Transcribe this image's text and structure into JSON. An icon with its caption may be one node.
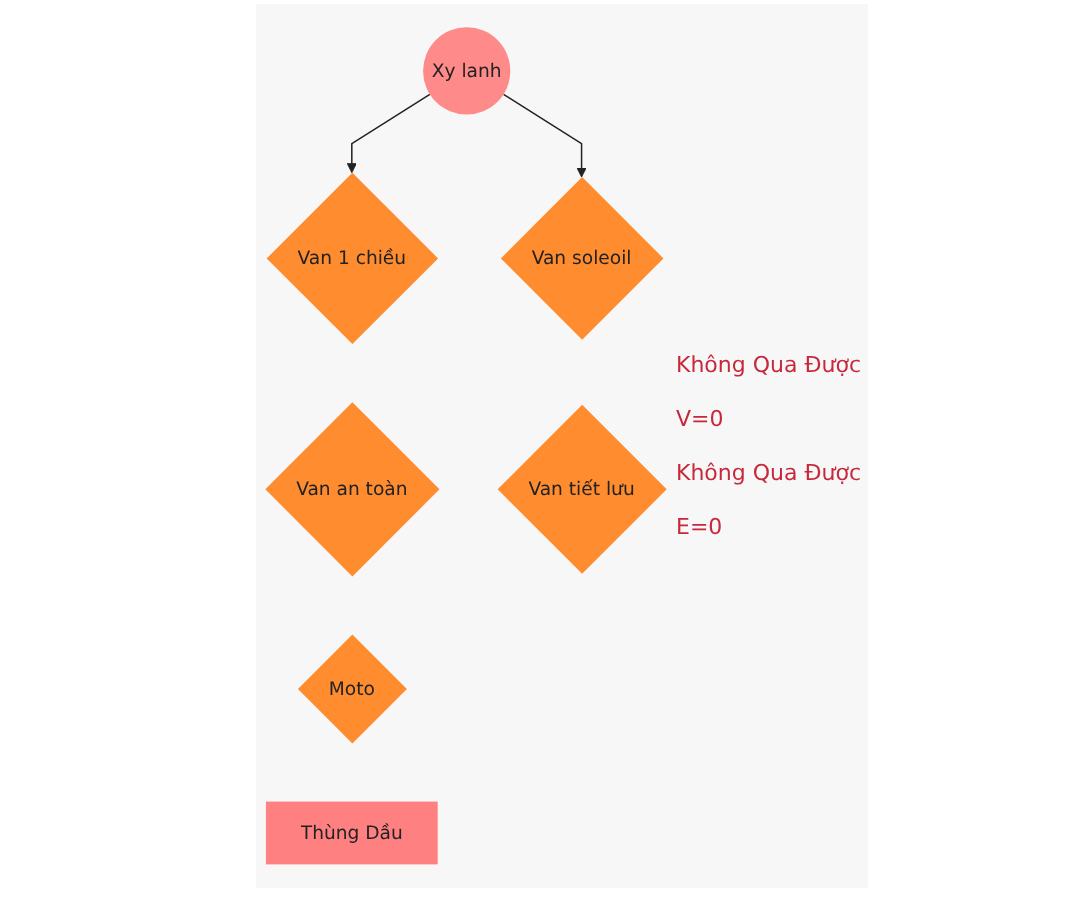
{
  "diagram": {
    "nodes": [
      {
        "text": [
          "Xy lanh"
        ]
      },
      {
        "text": [
          "Van 1 chiều"
        ]
      },
      {
        "text": [
          "Van soleoil"
        ]
      },
      {
        "text": [
          "Van an toàn"
        ]
      },
      {
        "text": [
          "Van tiết lưu"
        ]
      },
      {
        "text": [
          "Moto"
        ]
      },
      {
        "text": [
          "Thùng Dầu"
        ]
      }
    ],
    "edges": [
      {
        "from": 0,
        "to": 2,
        "arrow": "to"
      },
      {
        "from": 0,
        "to": 1,
        "arrow": "to"
      }
    ],
    "labels": [
      "Không Qua Được",
      "V=0",
      "Không Qua Được",
      "E=0"
    ]
  }
}
